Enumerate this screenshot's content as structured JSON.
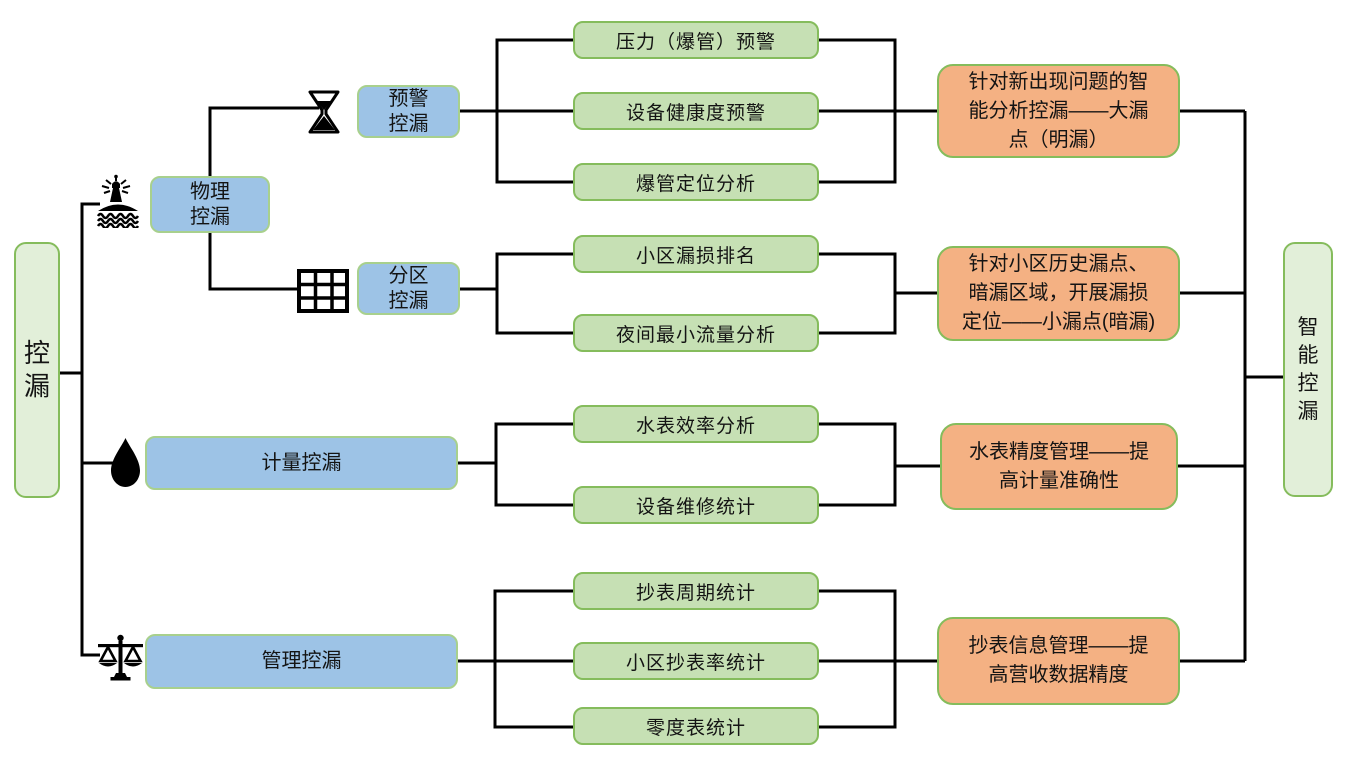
{
  "diagram": {
    "root": {
      "label": "控漏"
    },
    "terminal": {
      "label": "智能控漏"
    },
    "branches": [
      {
        "label": "物理控漏",
        "icon": "lighthouse-icon",
        "children": [
          {
            "label": "预警控漏",
            "icon": "hourglass-icon",
            "leaves": [
              "压力（爆管）预警",
              "设备健康度预警",
              "爆管定位分析"
            ],
            "outcome": "针对新出现问题的智能分析控漏——大漏点（明漏）"
          },
          {
            "label": "分区控漏",
            "icon": "grid-icon",
            "leaves": [
              "小区漏损排名",
              "夜间最小流量分析"
            ],
            "outcome": "针对小区历史漏点、暗漏区域，开展漏损定位——小漏点(暗漏)"
          }
        ]
      },
      {
        "label": "计量控漏",
        "icon": "drop-icon",
        "leaves": [
          "水表效率分析",
          "设备维修统计"
        ],
        "outcome": "水表精度管理——提高计量准确性"
      },
      {
        "label": "管理控漏",
        "icon": "scales-icon",
        "leaves": [
          "抄表周期统计",
          "小区抄表率统计",
          "零度表统计"
        ],
        "outcome": "抄表信息管理——提高营收数据精度"
      }
    ],
    "icons": [
      {
        "name": "lighthouse-icon",
        "attached_to": "物理控漏"
      },
      {
        "name": "hourglass-icon",
        "attached_to": "预警控漏"
      },
      {
        "name": "grid-icon",
        "attached_to": "分区控漏"
      },
      {
        "name": "drop-icon",
        "attached_to": "计量控漏"
      },
      {
        "name": "scales-icon",
        "attached_to": "管理控漏"
      }
    ],
    "colors": {
      "branch_fill": "#9DC3E6",
      "branch_border": "#A8D08D",
      "leaf_fill": "#C6E0B4",
      "leaf_border": "#85BC5C",
      "outcome_fill": "#F4B183",
      "outcome_border": "#85BC5C",
      "terminal_fill": "#E2EFD9",
      "terminal_border": "#85BC5C",
      "connector": "#000000",
      "icon": "#000000"
    }
  }
}
